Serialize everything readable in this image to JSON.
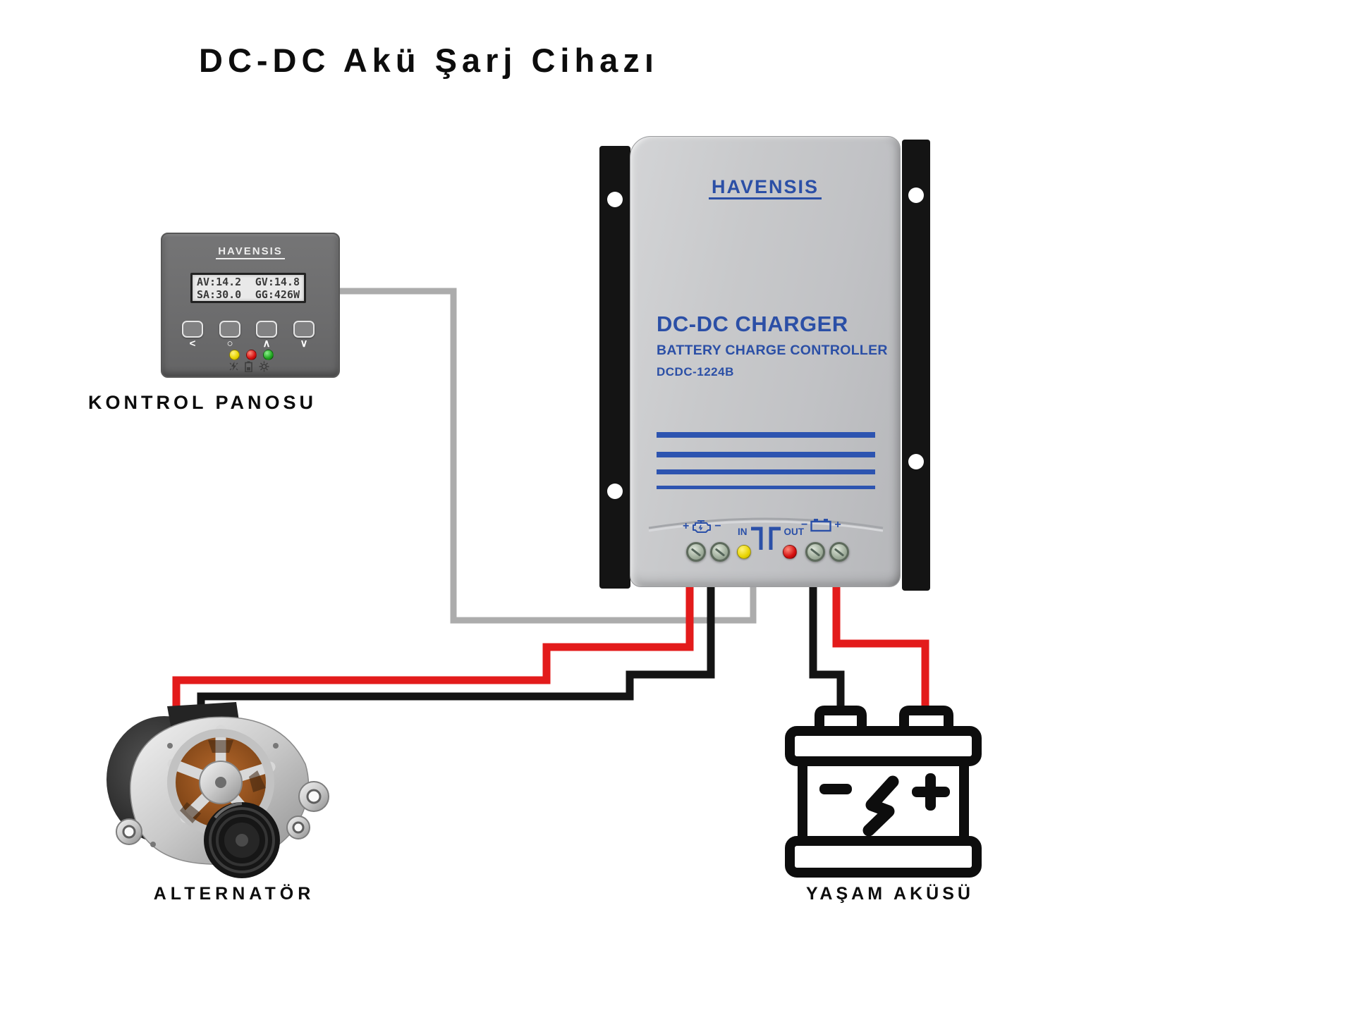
{
  "title": "DC-DC Akü Şarj Cihazı",
  "colors": {
    "brand_blue": "#2b4fa6",
    "stripe_blue": "#2d54b0",
    "wire_red": "#e31b1b",
    "wire_black": "#141414",
    "wire_gray": "#acacac",
    "led_yellow": "#e8d400",
    "led_red": "#d40f0f",
    "led_green": "#1fa41f"
  },
  "control_panel": {
    "brand": "HAVENSIS",
    "label": "KONTROL PANOSU",
    "lcd": {
      "line1_left": "AV:14.2",
      "line1_right": "GV:14.8",
      "line2_left": "SA:30.0",
      "line2_right": "GG:426W"
    },
    "button_glyphs": [
      "<",
      "○",
      "∧",
      "∨"
    ]
  },
  "charger": {
    "brand": "HAVENSIS",
    "name": "DC-DC CHARGER",
    "subtitle": "BATTERY CHARGE CONTROLLER",
    "model": "DCDC-1224B",
    "labels": {
      "alt_plus": "+",
      "alt_minus": "−",
      "in": "IN",
      "out": "OUT",
      "bat_minus": "−",
      "bat_plus": "+"
    }
  },
  "alternator": {
    "label": "ALTERNATÖR"
  },
  "battery": {
    "label": "YAŞAM AKÜSÜ"
  }
}
